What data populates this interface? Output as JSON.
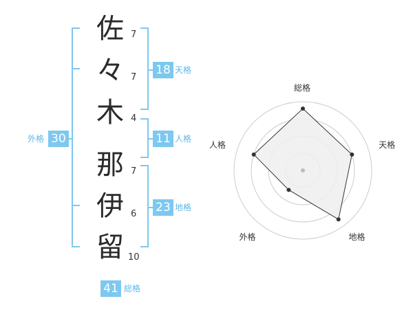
{
  "name": {
    "surname": [
      {
        "char": "佐",
        "strokes": "7"
      },
      {
        "char": "々",
        "strokes": "7"
      },
      {
        "char": "木",
        "strokes": "4"
      }
    ],
    "given": [
      {
        "char": "那",
        "strokes": "7"
      },
      {
        "char": "伊",
        "strokes": "6"
      },
      {
        "char": "留",
        "strokes": "10"
      }
    ]
  },
  "scores": {
    "tenkaku": {
      "value": "18",
      "label": "天格"
    },
    "jinkaku": {
      "value": "11",
      "label": "人格"
    },
    "chikaku": {
      "value": "23",
      "label": "地格"
    },
    "gaikaku": {
      "value": "30",
      "label": "外格"
    },
    "soukaku": {
      "value": "41",
      "label": "総格"
    }
  },
  "chart_data": {
    "type": "radar",
    "axes": [
      "総格",
      "天格",
      "地格",
      "外格",
      "人格"
    ],
    "values": [
      0.9,
      0.75,
      0.88,
      0.35,
      0.75
    ],
    "range": [
      0,
      1
    ],
    "rings": 4,
    "colors": {
      "fill": "#efefef",
      "line": "#333333",
      "grid": "#cccccc",
      "center": "#bbbbbb"
    }
  },
  "colors": {
    "accent": "#7dc8f0",
    "accent_text": "#5db9ea"
  }
}
